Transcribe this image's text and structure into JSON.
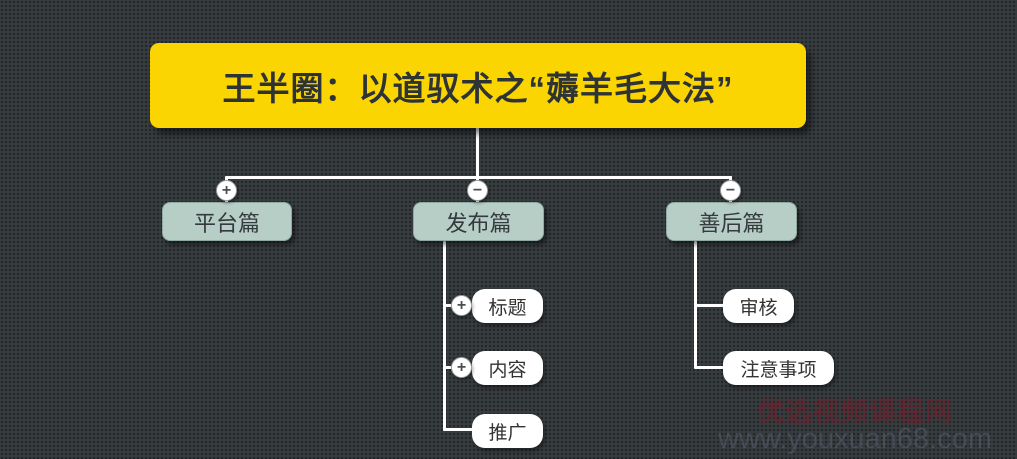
{
  "glyphs": {
    "plus": "+",
    "minus": "−"
  },
  "colors": {
    "background": "#373C3F",
    "root_bg": "#FBD501",
    "branch_bg": "#B6CEC5",
    "leaf_bg": "#FFFFFF",
    "connector": "#FFFFFF",
    "watermark_cn": "#5A2831",
    "watermark_url": "#464D57"
  },
  "mindmap": {
    "root": {
      "label": "王半圈：以道驭术之“薅羊毛大法”"
    },
    "branches": [
      {
        "label": "平台篇",
        "toggle": "plus"
      },
      {
        "label": "发布篇",
        "toggle": "minus"
      },
      {
        "label": "善后篇",
        "toggle": "minus"
      }
    ],
    "publish_children": [
      {
        "label": "标题",
        "toggle": "plus"
      },
      {
        "label": "内容",
        "toggle": "plus"
      },
      {
        "label": "推广",
        "toggle": null
      }
    ],
    "aftercare_children": [
      {
        "label": "审核"
      },
      {
        "label": "注意事项"
      }
    ]
  },
  "watermark": {
    "line1": "优选视频课程网",
    "line2": "www.youxuan68.com"
  }
}
